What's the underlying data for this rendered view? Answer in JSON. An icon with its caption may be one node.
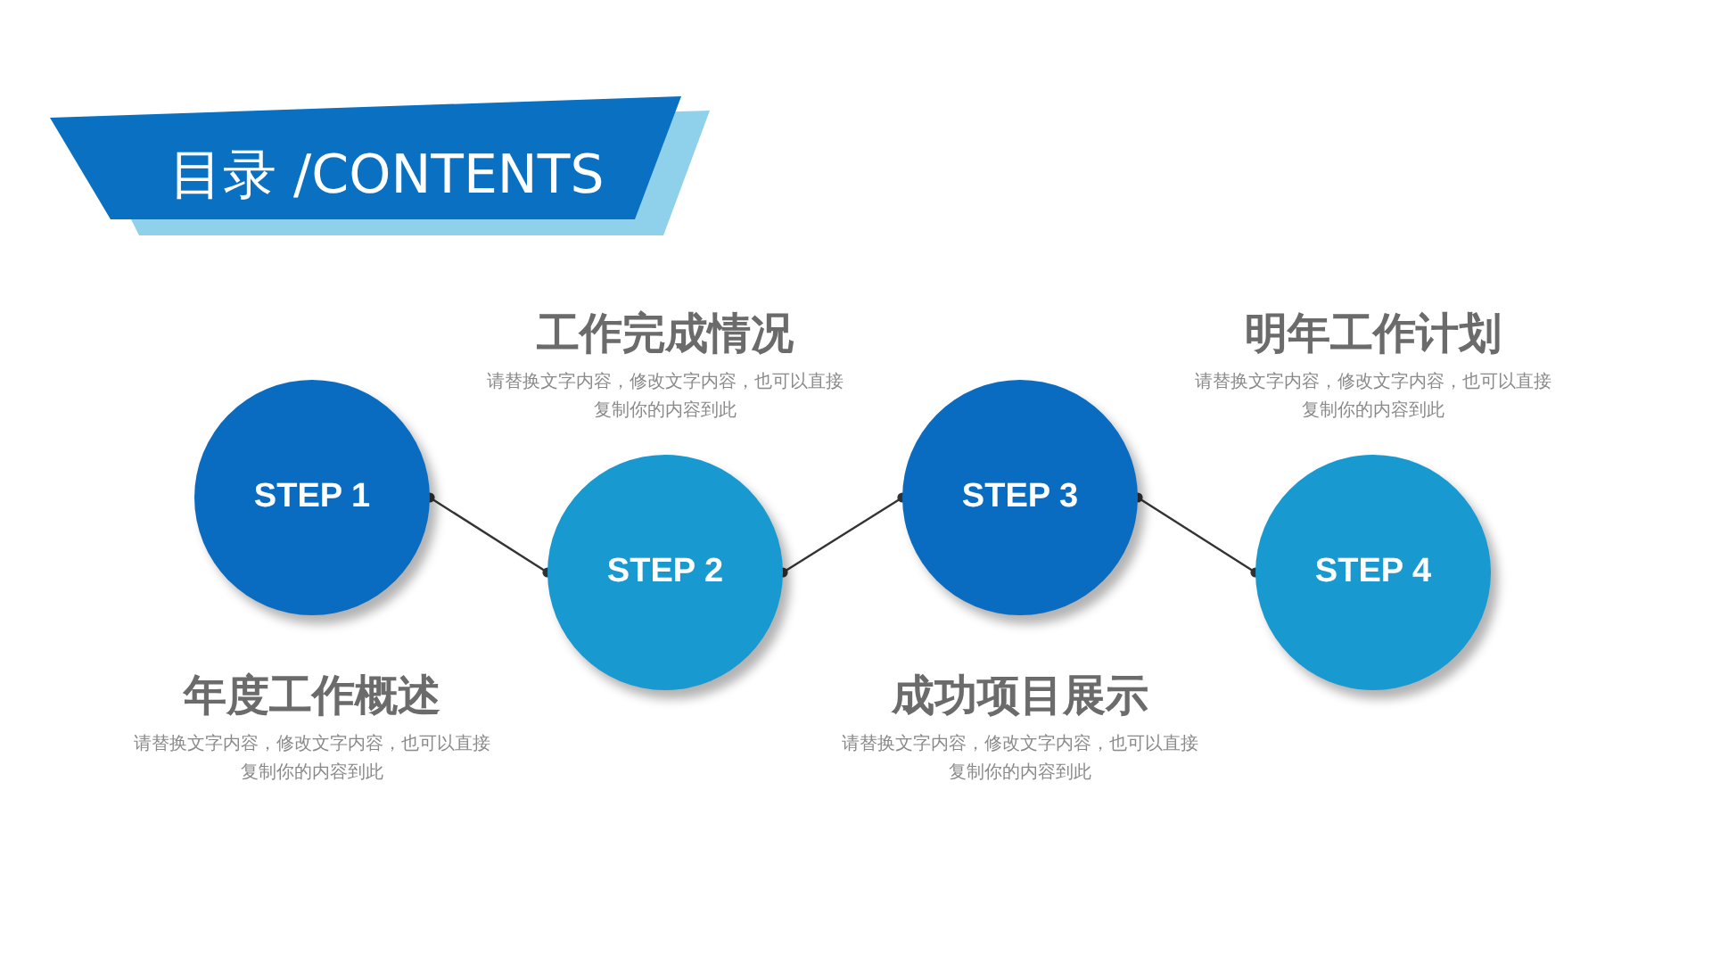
{
  "diagram": {
    "title": "目录 /CONTENTS",
    "nodes": [
      {
        "text": [
          "STEP 1"
        ],
        "beside": [
          "年度工作概述",
          "请替换文字内容，修改文字内容，也可以直接复制你的内容到此"
        ]
      },
      {
        "text": [
          "STEP 2"
        ],
        "beside": [
          "工作完成情况",
          "请替换文字内容，修改文字内容，也可以直接复制你的内容到此"
        ]
      },
      {
        "text": [
          "STEP 3"
        ],
        "beside": [
          "成功项目展示",
          "请替换文字内容，修改文字内容，也可以直接复制你的内容到此"
        ]
      },
      {
        "text": [
          "STEP 4"
        ],
        "beside": [
          "明年工作计划",
          "请替换文字内容，修改文字内容，也可以直接复制你的内容到此"
        ]
      }
    ],
    "edges": [
      {
        "from": 0,
        "to": 1,
        "arrow": "other"
      },
      {
        "from": 1,
        "to": 2,
        "arrow": "other"
      },
      {
        "from": 2,
        "to": 3,
        "arrow": "other"
      }
    ]
  }
}
